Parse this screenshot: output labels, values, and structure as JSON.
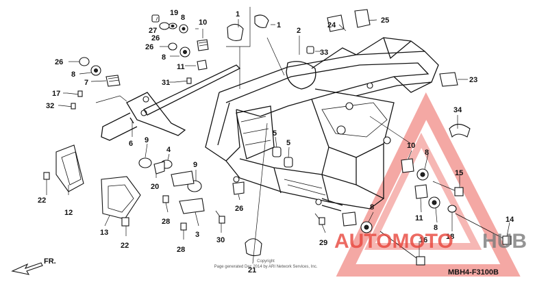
{
  "labels": [
    {
      "text": "1"
    },
    {
      "text": "1"
    },
    {
      "text": "2"
    },
    {
      "text": "3"
    },
    {
      "text": "4"
    },
    {
      "text": "5"
    },
    {
      "text": "5"
    },
    {
      "text": "6"
    },
    {
      "text": "7"
    },
    {
      "text": "8"
    },
    {
      "text": "8"
    },
    {
      "text": "8"
    },
    {
      "text": "8"
    },
    {
      "text": "8"
    },
    {
      "text": "8"
    },
    {
      "text": "9"
    },
    {
      "text": "9"
    },
    {
      "text": "10"
    },
    {
      "text": "10"
    },
    {
      "text": "11"
    },
    {
      "text": "11"
    },
    {
      "text": "12"
    },
    {
      "text": "13"
    },
    {
      "text": "14"
    },
    {
      "text": "15"
    },
    {
      "text": "16"
    },
    {
      "text": "17"
    },
    {
      "text": "18"
    },
    {
      "text": "19"
    },
    {
      "text": "20"
    },
    {
      "text": "21"
    },
    {
      "text": "22"
    },
    {
      "text": "22"
    },
    {
      "text": "23"
    },
    {
      "text": "24"
    },
    {
      "text": "25"
    },
    {
      "text": "26"
    },
    {
      "text": "26"
    },
    {
      "text": "26"
    },
    {
      "text": "26"
    },
    {
      "text": "27"
    },
    {
      "text": "28"
    },
    {
      "text": "28"
    },
    {
      "text": "29"
    },
    {
      "text": "30"
    },
    {
      "text": "31"
    },
    {
      "text": "32"
    },
    {
      "text": "33"
    },
    {
      "text": "34"
    }
  ],
  "diagram_code": "MBH4-F3100B",
  "direction": "FR.",
  "copyright": "Copyright\nPage generated Dec 2014 by ARI Network Services, Inc.",
  "watermark": {
    "brand_part1": "AUTOMOTO",
    "brand_part2": "HUB",
    "color_primary": "#e8453c",
    "color_dark": "#7a7a7a"
  },
  "icons": {
    "direction_arrow": "arrow-front-icon"
  }
}
